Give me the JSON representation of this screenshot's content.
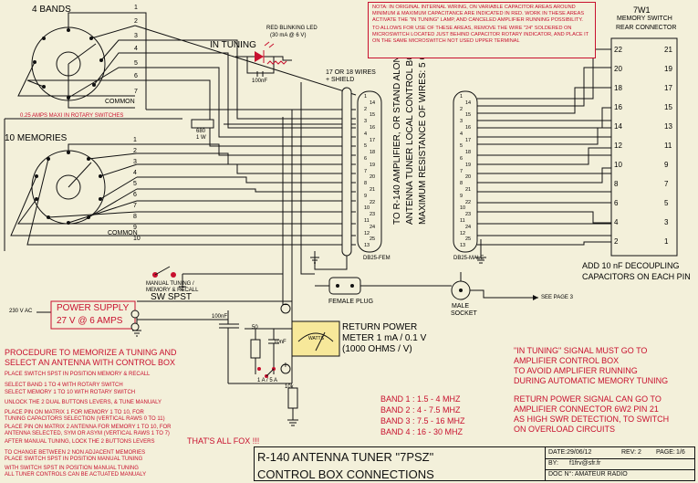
{
  "labels": {
    "bands": "4 BANDS",
    "memories": "10 MEMORIES",
    "common1": "COMMON",
    "common2": "COMMON",
    "in_tuning": "IN TUNING",
    "led": "RED BLINKING LED",
    "led_spec": "(30 mA @ 6 V)",
    "cap_led": "100nF",
    "rotary_note": "0.25 AMPS MAXI IN ROTARY SWITCHES",
    "res680": "680",
    "res680w": "1 W",
    "wires": "17 OR 18 WIRES",
    "shield": "+ SHIELD",
    "db25fem": "DB25-FEM",
    "db25male": "DB25-MALE",
    "vertical1": "TO R-140 AMPLIFIER, OR STAND ALONE",
    "vertical2": "ANTENNA TUNER LOCAL CONTROL BOX",
    "vertical3": "MAXIMUM RESISTANCE OF WIRES: 5 OHMS",
    "sevenw1": "7W1",
    "memsw": "MEMORY SWITCH",
    "rear": "REAR CONNECTOR",
    "add_cap": "ADD 10 nF DECOUPLING",
    "add_cap2": "CAPACITORS ON EACH PIN",
    "female_plug": "FEMALE PLUG",
    "male_socket": "MALE",
    "male_socket2": "SOCKET",
    "see_page": "SEE PAGE 3",
    "manual_tuning": "MANUAL TUNING /",
    "manual_tuning2": "MEMORY & RECALL",
    "sw_spst": "SW SPST",
    "vac": "230 V AC",
    "ps": "POWER SUPPLY",
    "ps_spec": "27 V @ 6 AMPS",
    "cap100": "100nF",
    "r50": "50",
    "c10": "10nF",
    "r10k": "10k",
    "watts": "WATTS",
    "return_title": "RETURN POWER",
    "return_spec": "METER 1 mA / 0.1 V",
    "return_ohm": "(1000 OHMS / V)",
    "fuse": "1 A / 5 A",
    "all_fox": "THAT'S ALL FOX !!!",
    "db_plus": "+",
    "db_minus": "−"
  },
  "note": {
    "p1": "NOTA: IN ORIGINAL INTERNAL WIRING, ON VARIABLE CAPACITOR AREAS AROUND MINIMUM & MAXIMUM CAPACITANCE ARE INDICATED IN RED. WORK IN THESE AREAS ACTIVATE THE \"IN TUNING\" LAMP, AND CANCELED AMPLIFIER RUNNING POSSIBILITY.",
    "p2": "TO ALLOWS FOR USE OF THESE AREAS, REMOVE THE WIRE \"24\" SOLDERED ON MICROSWITCH LOCATED JUST BEHIND CAPACITOR ROTARY INDICATOR, AND PLACE IT ON THE SAME MICROSWITCH NOT USED UPPER TERMINAL"
  },
  "procedure": {
    "head1": "PROCEDURE TO MEMORIZE A TUNING AND",
    "head2": "SELECT AN ANTENNA WITH CONTROL BOX",
    "s1": "PLACE SWITCH SPST IN POSITION MEMORY & RECALL",
    "s2": "SELECT BAND 1 TO 4 WITH ROTARY SWITCH",
    "s3": "SELECT MEMORY 1 TO 10 WITH ROTARY SWITCH",
    "s4": "UNLOCK THE 2 DUAL BUTTONS LEVERS, & TUNE MANUALY",
    "s5": "PLACE PIN ON MATRIX 1 FOR MEMORY 1 TO 10, FOR",
    "s6": "TUNING CAPACITORS SELECTION (VERTICAL RAWS 0 TO 11)",
    "s7": "PLACE PIN ON MATRIX 2  ANTENNA FOR MEMORY 1 TO 10, FOR",
    "s8": "ANTENNA  SELECTED, SYM OR ASYM (VERTICAL RAWS 1 TO 7)",
    "s9": "AFTER MANUAL TUNING, LOCK THE 2 BUTTONS LEVERS",
    "s10": "TO CHANGE BETWEEN 2 NON ADJACENT MEMORIES",
    "s11": "PLACE SWITCH SPST IN POSITION MANUAL TUNING",
    "s12": "WITH SWITCH SPST IN POSITION MANUAL TUNING",
    "s13": "ALL TUNER CONTROLS CAN BE ACTUATED MANUALY"
  },
  "bands": [
    "BAND 1 : 1.5 - 4 MHZ",
    "BAND 2 : 4 - 7.5 MHZ",
    "BAND 3 : 7.5 - 16 MHZ",
    "BAND 4 : 16 - 30 MHZ"
  ],
  "in_tuning_note": [
    "\"IN TUNING\" SIGNAL MUST GO TO",
    "AMPLIFIER CONTROL BOX",
    "TO AVOID AMPLIFIER RUNNING",
    "DURING AUTOMATIC MEMORY TUNING"
  ],
  "return_note": [
    "RETURN POWER SIGNAL CAN GO TO",
    "AMPLIFIER CONNECTOR 6W2 PIN 21",
    "AS HIGH SWR DETECTION, TO SWITCH",
    "ON OVERLOAD CIRCUITS"
  ],
  "title_block": {
    "title": "R-140 ANTENNA TUNER \"7PSZ\"",
    "subtitle": "CONTROL BOX CONNECTIONS",
    "date": "DATE:29/06/12",
    "rev": "REV: 2",
    "page": "PAGE:",
    "page_num": "1/6",
    "by": "BY:",
    "by_val": "f1frv@sfr.fr",
    "doc": "DOC N°: AMATEUR RADIO"
  },
  "db25_pins": [
    "1",
    "14",
    "2",
    "15",
    "3",
    "16",
    "4",
    "17",
    "5",
    "18",
    "6",
    "19",
    "7",
    "20",
    "8",
    "21",
    "9",
    "22",
    "10",
    "23",
    "11",
    "24",
    "12",
    "25",
    "13"
  ],
  "rear_pins": [
    [
      "22",
      "21"
    ],
    [
      "20",
      "19"
    ],
    [
      "18",
      "17"
    ],
    [
      "16",
      "15"
    ],
    [
      "14",
      "13"
    ],
    [
      "12",
      "11"
    ],
    [
      "10",
      "9"
    ],
    [
      "8",
      "7"
    ],
    [
      "6",
      "5"
    ],
    [
      "4",
      "3"
    ],
    [
      "2",
      "1"
    ]
  ],
  "bands_pins": [
    "1",
    "2",
    "3",
    "4",
    "5",
    "6",
    "7"
  ],
  "mem_pins": [
    "1",
    "2",
    "3",
    "4",
    "5",
    "6",
    "7",
    "8",
    "9",
    "10"
  ],
  "colors": {
    "accent": "#c8102e",
    "bg": "#f3f0da",
    "line": "#111111",
    "meter": "#f7e89a"
  }
}
